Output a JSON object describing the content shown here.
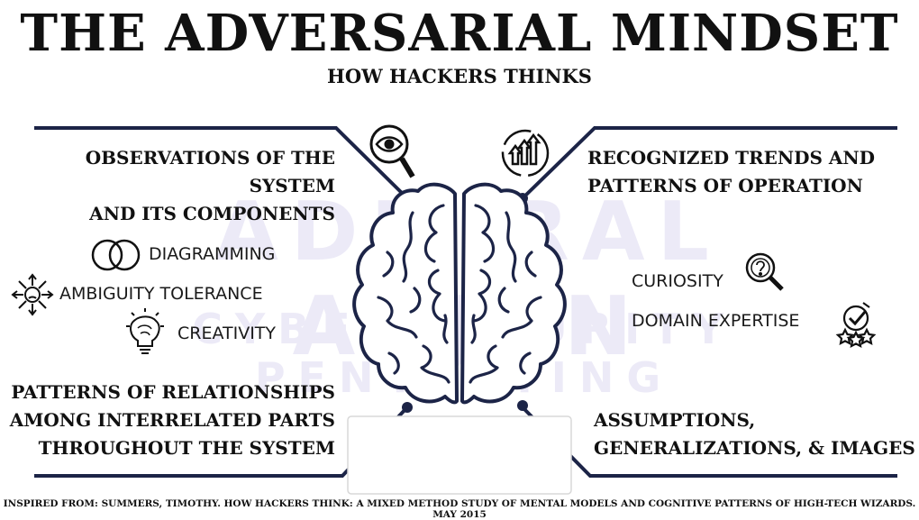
{
  "title": "THE ADVERSARIAL MINDSET",
  "subtitle": "HOW HACKERS THINKS",
  "watermark": {
    "line1": "ADMIRAL ARJUN",
    "line2": "CYBERSECURITY PENTESTING"
  },
  "quadrants": {
    "top_left": [
      "OBSERVATIONS OF THE SYSTEM",
      "AND ITS COMPONENTS"
    ],
    "top_right": [
      "RECOGNIZED TRENDS AND",
      "PATTERNS OF OPERATION"
    ],
    "bottom_left": [
      "PATTERNS OF RELATIONSHIPS",
      "AMONG INTERRELATED PARTS",
      "THROUGHOUT THE SYSTEM"
    ],
    "bottom_right": [
      "ASSUMPTIONS,",
      "GENERALIZATIONS, & IMAGES"
    ]
  },
  "left_items": [
    {
      "label": "DIAGRAMMING",
      "icon": "venn-diagram-icon"
    },
    {
      "label": "AMBIGUITY TOLERANCE",
      "icon": "arrows-compass-icon"
    },
    {
      "label": "CREATIVITY",
      "icon": "lightbulb-brain-icon"
    }
  ],
  "right_items": [
    {
      "label": "CURIOSITY",
      "icon": "question-magnifier-icon"
    },
    {
      "label": "DOMAIN EXPERTISE",
      "icon": "check-stars-icon"
    }
  ],
  "footer": "INSPIRED FROM: SUMMERS, TIMOTHY. HOW HACKERS THINK: A MIXED METHOD STUDY OF MENTAL MODELS AND COGNITIVE PATTERNS OF HIGH-TECH WIZARDS. MAY 2015",
  "colors": {
    "navy": "#1c2447",
    "ink": "#111111",
    "watermark": "#eceaf7"
  }
}
